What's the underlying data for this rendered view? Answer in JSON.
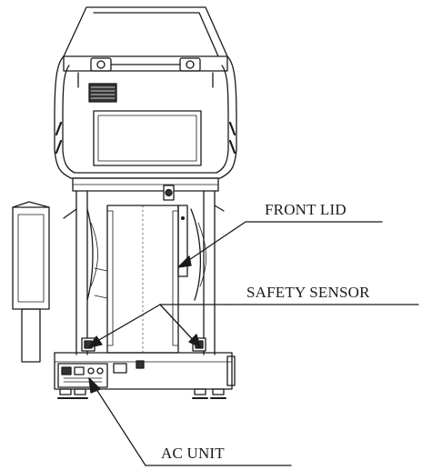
{
  "callouts": {
    "front_lid": "FRONT LID",
    "safety_sensor": "SAFETY SENSOR",
    "ac_unit": "AC UNIT"
  },
  "colors": {
    "line": "#1a1a1a",
    "dark_fill": "#333333",
    "background": "#ffffff"
  }
}
